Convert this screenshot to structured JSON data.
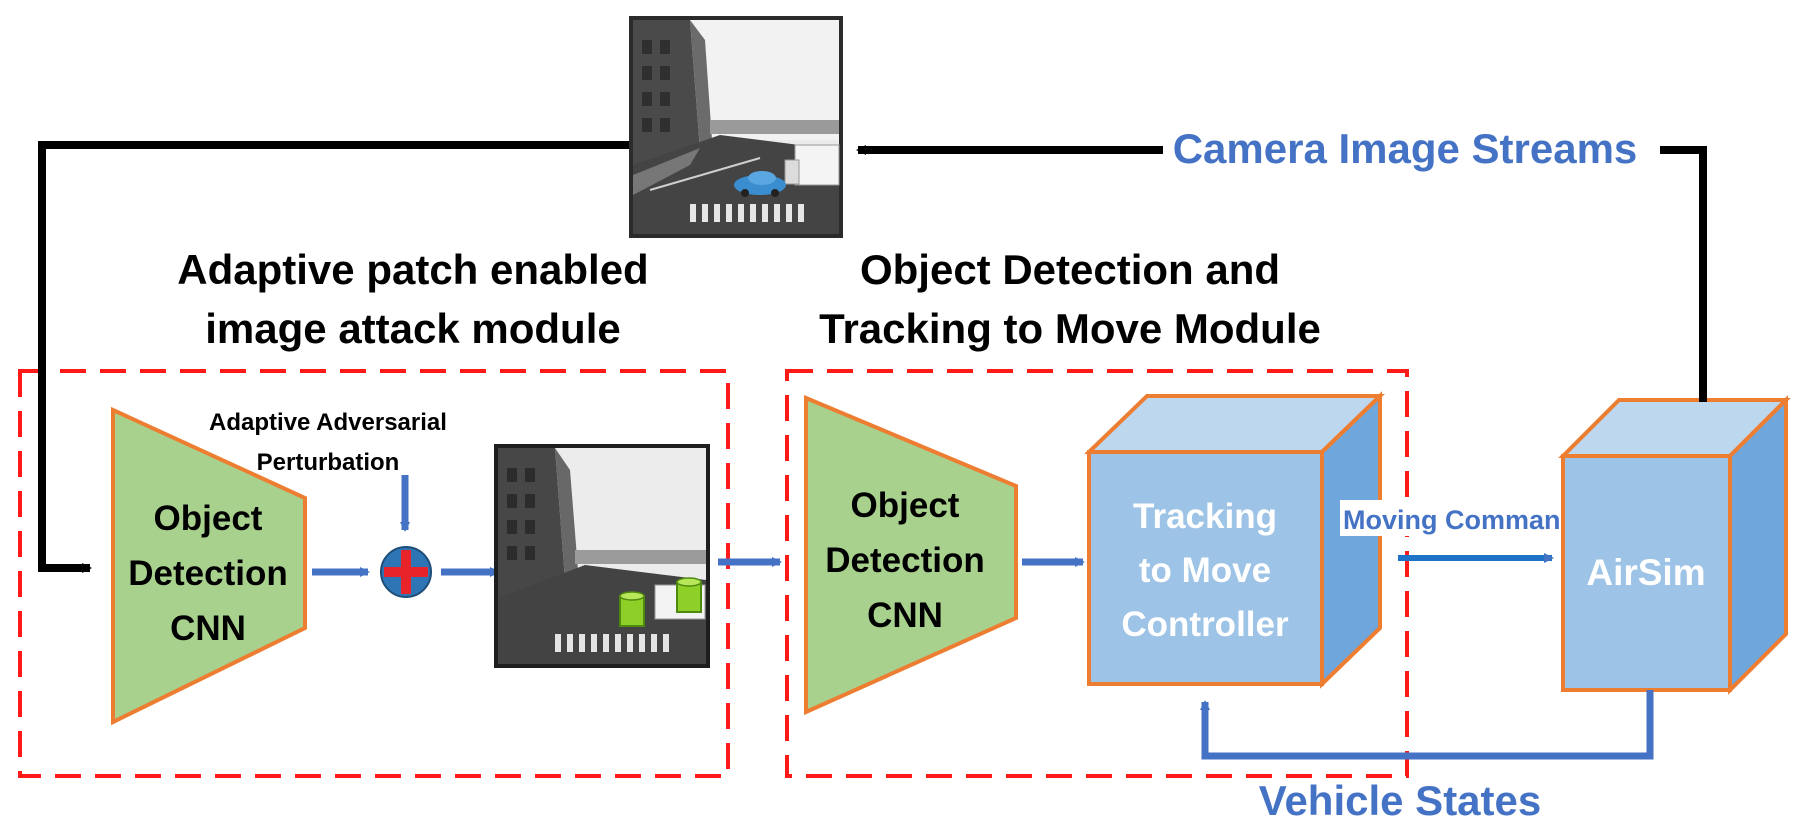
{
  "colors": {
    "arrow_blue": "#4472C4",
    "command_blue": "#1F73C7",
    "label_blue": "#4472C4",
    "dash_red": "#FF1A1A",
    "cnn_fill": "#A9D18E",
    "outline_orange": "#ED7D31",
    "box_front": "#9DC3E6",
    "box_top": "#BDD7EE",
    "box_side": "#6FA6DC",
    "black": "#000000"
  },
  "labels": {
    "attack_module_line1": "Adaptive patch enabled",
    "attack_module_line2": "image attack module",
    "odt_module_line1": "Object Detection and",
    "odt_module_line2": "Tracking to Move Module",
    "perturbation_line1": "Adaptive Adversarial",
    "perturbation_line2": "Perturbation",
    "camera_streams": "Camera Image Streams",
    "moving_command": "Moving Command",
    "vehicle_states": "Vehicle States"
  },
  "blocks": {
    "cnn1": [
      "Object",
      "Detection",
      "CNN"
    ],
    "cnn2": [
      "Object",
      "Detection",
      "CNN"
    ],
    "controller": [
      "Tracking",
      "to Move",
      "Controller"
    ],
    "airsim": "AirSim"
  },
  "icons": {
    "adder": "plus-circle-icon",
    "camera_frame": "street-scene-thumbnail",
    "patched_frame": "patched-street-scene-thumbnail"
  }
}
